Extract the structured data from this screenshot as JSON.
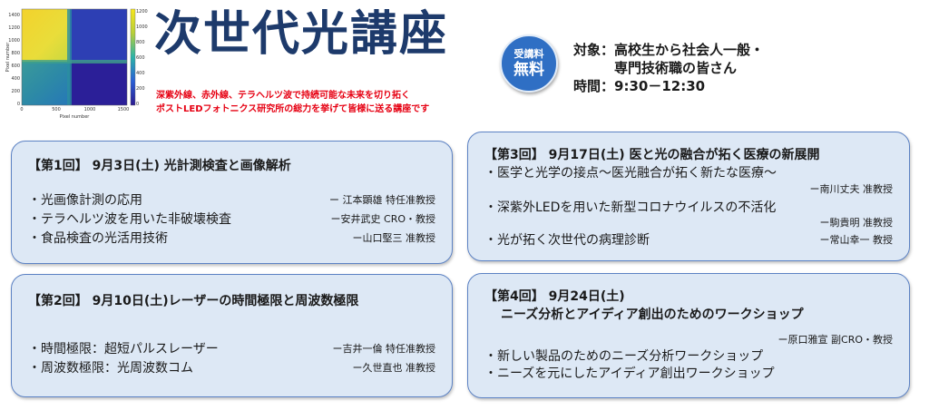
{
  "header": {
    "title": "次世代光講座",
    "subtitle_line1": "深紫外線、赤外線、テラヘルツ波で持続可能な未来を切り拓く",
    "subtitle_line2": "ポストLEDフォトニクス研究所の総力を挙げて皆様に送る講座です"
  },
  "badge": {
    "top": "受講料",
    "bottom": "無料"
  },
  "info": {
    "target_label": "対象：",
    "target_line1": "高校生から社会人一般・",
    "target_line2": "専門技術職の皆さん",
    "time_label": "時間：",
    "time_value": "9:30－12:30"
  },
  "figure": {
    "ylabel": "Pixel number",
    "xlabel": "Pixel number",
    "y_ticks": [
      "1400",
      "1200",
      "1000",
      "800",
      "600",
      "400",
      "200",
      "0"
    ],
    "x_ticks": [
      "0",
      "500",
      "1000",
      "1500"
    ],
    "cbar_ticks": [
      "1200",
      "1000",
      "800",
      "600",
      "400",
      "200",
      "0"
    ]
  },
  "sessions": [
    {
      "title": "【第1回】 9月3日(土) 光計測検査と画像解析",
      "items": [
        {
          "text": "・光画像計測の応用",
          "lecturer": "ー 江本顕雄 特任准教授"
        },
        {
          "text": "・テラヘルツ波を用いた非破壊検査",
          "lecturer": "ー安井武史 CRO・教授"
        },
        {
          "text": "・食品検査の光活用技術",
          "lecturer": "ー山口堅三 准教授"
        }
      ]
    },
    {
      "title": "【第2回】 9月10日(土)レーザーの時間極限と周波数極限",
      "items": [
        {
          "text": "・時間極限：超短パルスレーザー",
          "lecturer": "ー吉井一倫 特任准教授"
        },
        {
          "text": "・周波数極限：光周波数コム",
          "lecturer": "ー久世直也 准教授"
        }
      ]
    },
    {
      "title": "【第3回】 9月17日(土) 医と光の融合が拓く医療の新展開",
      "items": [
        {
          "text": "・医学と光学の接点～医光融合が拓く新たな医療～",
          "lecturer": "ー南川丈夫 准教授"
        },
        {
          "text": "・深紫外LEDを用いた新型コロナウイルスの不活化",
          "lecturer": "ー駒貴明 准教授"
        },
        {
          "text": "・光が拓く次世代の病理診断",
          "lecturer": "ー常山幸一 教授"
        }
      ]
    },
    {
      "title_line1": "【第4回】 9月24日(土)",
      "title_line2": "ニーズ分析とアイディア創出のためのワークショップ",
      "lecturer": "ー原口雅宣 副CRO・教授",
      "items": [
        {
          "text": "・新しい製品のためのニーズ分析ワークショップ"
        },
        {
          "text": "・ニーズを元にしたアイディア創出ワークショップ"
        }
      ]
    }
  ],
  "colors": {
    "title": "#1d3a6b",
    "subtitle": "#e60012",
    "badge": "#2f6fc4",
    "box_fill": "#dde8f5",
    "box_border": "#5c82c4"
  }
}
